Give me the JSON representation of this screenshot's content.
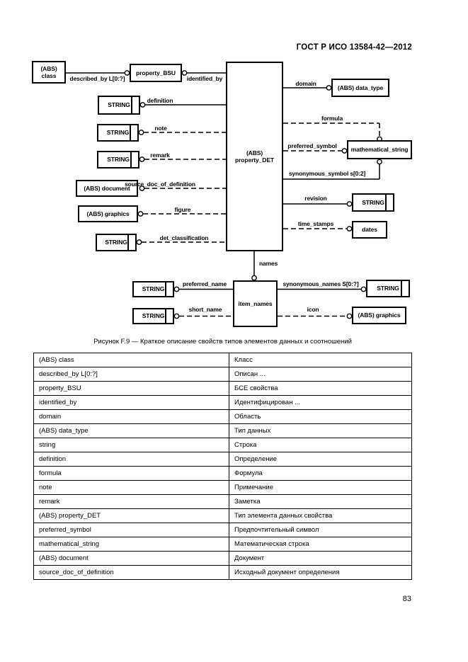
{
  "page": {
    "header": "ГОСТ Р ИСО 13584-42—2012",
    "page_number": "83"
  },
  "figure": {
    "caption": "Рисунок F.9 — Краткое описание свойств типов элементов данных и соотношений",
    "boxes": {
      "abs_class": "(ABS)\nclass",
      "property_bsu": "property_BSU",
      "property_det": "(ABS)\nproperty_DET",
      "string": "STRING",
      "abs_document": "(ABS) document",
      "abs_graphics": "(ABS) graphics",
      "abs_data_type": "(ABS) data_type",
      "mathematical_string": "mathematical_string",
      "dates": "dates",
      "item_names": "item_names"
    },
    "labels": {
      "described_by": "described_by L[0:?]",
      "identified_by": "identified_by",
      "definition": "definition",
      "note": "note",
      "remark": "remark",
      "source_doc_of_definition": "source_doc_of_definition",
      "figure": "figure",
      "det_classification": "det_classification",
      "domain": "domain",
      "formula": "formula",
      "preferred_symbol": "preferred_symbol",
      "synonymous_symbol": "synonymous_symbol s[0:2]",
      "revision": "revision",
      "time_stamps": "time_stamps",
      "names": "names",
      "preferred_name": "preferred_name",
      "synonymous_names": "synonymous_names S[0:?]",
      "short_name": "short_name",
      "icon": "icon"
    }
  },
  "table": {
    "rows": [
      {
        "term": "(ABS) class",
        "translation": "Класс"
      },
      {
        "term": "described_by L[0:?]",
        "translation": "Описан ..."
      },
      {
        "term": "property_BSU",
        "translation": "БСЕ свойства"
      },
      {
        "term": "identified_by",
        "translation": "Идентифицирован ..."
      },
      {
        "term": "domain",
        "translation": "Область"
      },
      {
        "term": "(ABS) data_type",
        "translation": "Тип данных"
      },
      {
        "term": "string",
        "translation": "Строка"
      },
      {
        "term": "definition",
        "translation": "Определение"
      },
      {
        "term": "formula",
        "translation": "Формула"
      },
      {
        "term": "note",
        "translation": "Примечание"
      },
      {
        "term": "remark",
        "translation": "Заметка"
      },
      {
        "term": "(ABS) property_DET",
        "translation": "Тип элемента данных свойства"
      },
      {
        "term": "preferred_symbol",
        "translation": "Предпочтительный символ"
      },
      {
        "term": "mathematical_string",
        "translation": "Математическая строка"
      },
      {
        "term": "(ABS) document",
        "translation": "Документ"
      },
      {
        "term": "source_doc_of_definition",
        "translation": "Исходный документ определения"
      }
    ]
  }
}
